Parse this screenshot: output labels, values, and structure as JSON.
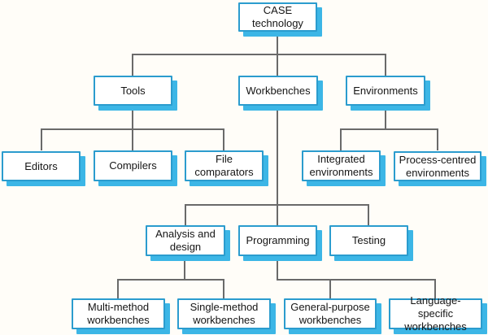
{
  "colors": {
    "box_border": "#2b9cce",
    "box_shadow": "#3cb6e6",
    "line": "#6a6a6a",
    "text": "#161616",
    "background": "#fffdf8"
  },
  "nodes": {
    "case_technology": {
      "label": "CASE technology"
    },
    "tools": {
      "label": "Tools"
    },
    "workbenches": {
      "label": "Workbenches"
    },
    "environments": {
      "label": "Environments"
    },
    "editors": {
      "label": "Editors"
    },
    "compilers": {
      "label": "Compilers"
    },
    "file_comparators": {
      "label": "File comparators"
    },
    "integrated_environments": {
      "label": "Integrated environments"
    },
    "process_centred_environments": {
      "label": "Process-centred environments"
    },
    "analysis_and_design": {
      "label": "Analysis and design"
    },
    "programming": {
      "label": "Programming"
    },
    "testing": {
      "label": "Testing"
    },
    "multi_method_workbenches": {
      "label": "Multi-method workbenches"
    },
    "single_method_workbenches": {
      "label": "Single-method workbenches"
    },
    "general_purpose_workbenches": {
      "label": "General-purpose workbenches"
    },
    "language_specific_workbenches": {
      "label": "Language-specific workbenches"
    }
  },
  "edges": [
    {
      "from": "CASE technology",
      "to": [
        "Tools",
        "Workbenches",
        "Environments"
      ]
    },
    {
      "from": "Tools",
      "to": [
        "Editors",
        "Compilers",
        "File comparators"
      ]
    },
    {
      "from": "Workbenches",
      "to": [
        "Analysis and design",
        "Programming",
        "Testing"
      ]
    },
    {
      "from": "Environments",
      "to": [
        "Integrated environments",
        "Process-centred environments"
      ]
    },
    {
      "from": "Analysis and design",
      "to": [
        "Multi-method workbenches",
        "Single-method workbenches"
      ]
    },
    {
      "from": "Programming",
      "to": [
        "General-purpose workbenches",
        "Language-specific workbenches"
      ]
    }
  ]
}
